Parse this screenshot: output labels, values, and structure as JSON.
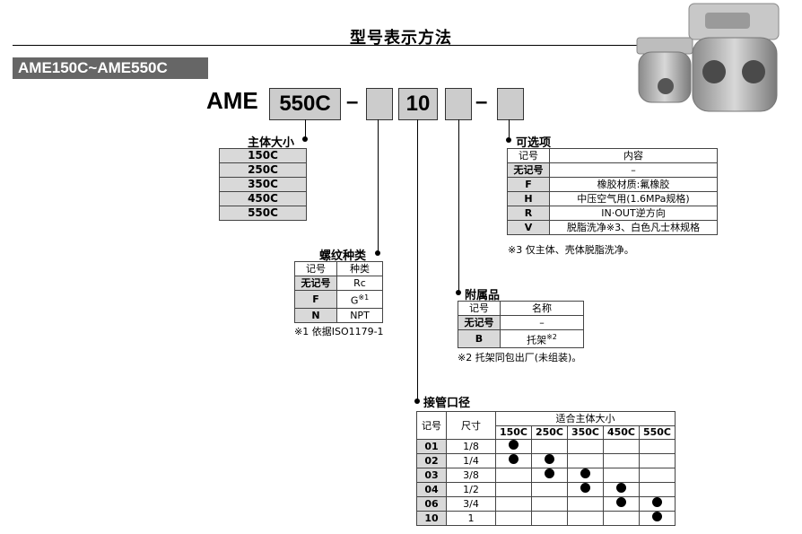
{
  "title": "型号表示方法",
  "model_range": "AME150C~AME550C",
  "code": {
    "prefix": "AME",
    "size_box": "550C",
    "dash1": "–",
    "thread_box": "",
    "conn_box": "10",
    "acc_box": "",
    "dash2": "–",
    "opt_box": ""
  },
  "body_size": {
    "title": "主体大小",
    "items": [
      "150C",
      "250C",
      "350C",
      "450C",
      "550C"
    ]
  },
  "thread": {
    "title": "螺纹种类",
    "headers": [
      "记号",
      "种类"
    ],
    "rows": [
      {
        "code": "无记号",
        "type": "Rc",
        "sup": ""
      },
      {
        "code": "F",
        "type": "G",
        "sup": "※1"
      },
      {
        "code": "N",
        "type": "NPT",
        "sup": ""
      }
    ],
    "note": "※1 依据ISO1179-1"
  },
  "accessory": {
    "title": "附属品",
    "headers": [
      "记号",
      "名称"
    ],
    "rows": [
      {
        "code": "无记号",
        "name": "–",
        "sup": ""
      },
      {
        "code": "B",
        "name": "托架",
        "sup": "※2"
      }
    ],
    "note": "※2 托架同包出厂(未组装)。"
  },
  "options": {
    "title": "可选项",
    "headers": [
      "记号",
      "内容"
    ],
    "rows": [
      {
        "code": "无记号",
        "content": "–"
      },
      {
        "code": "F",
        "content": "橡胶材质:氟橡胶"
      },
      {
        "code": "H",
        "content": "中压空气用(1.6MPa规格)"
      },
      {
        "code": "R",
        "content": "IN·OUT逆方向"
      },
      {
        "code": "V",
        "content": "脱脂洗净※3、白色凡士林规格"
      }
    ],
    "note": "※3 仅主体、壳体脱脂洗净。"
  },
  "connection": {
    "title": "接管口径",
    "headers": {
      "code": "记号",
      "size": "尺寸",
      "group": "适合主体大小"
    },
    "sizes": [
      "150C",
      "250C",
      "350C",
      "450C",
      "550C"
    ],
    "rows": [
      {
        "code": "01",
        "size": "1/8",
        "fits": [
          true,
          false,
          false,
          false,
          false
        ]
      },
      {
        "code": "02",
        "size": "1/4",
        "fits": [
          true,
          true,
          false,
          false,
          false
        ]
      },
      {
        "code": "03",
        "size": "3/8",
        "fits": [
          false,
          true,
          true,
          false,
          false
        ]
      },
      {
        "code": "04",
        "size": "1/2",
        "fits": [
          false,
          false,
          true,
          true,
          false
        ]
      },
      {
        "code": "06",
        "size": "3/4",
        "fits": [
          false,
          false,
          false,
          true,
          true
        ]
      },
      {
        "code": "10",
        "size": "1",
        "fits": [
          false,
          false,
          false,
          false,
          true
        ]
      }
    ]
  }
}
